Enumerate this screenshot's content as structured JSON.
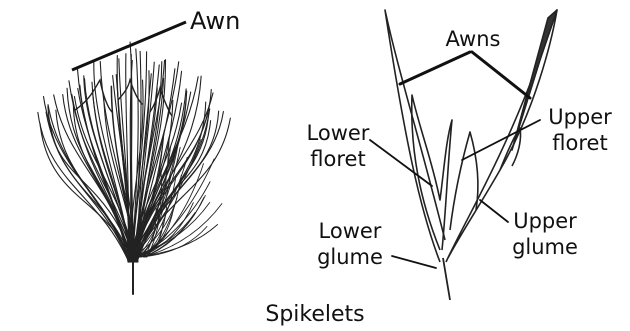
{
  "figure": {
    "caption": "Spikelets",
    "left_panel": {
      "awn_label": "Awn"
    },
    "right_panel": {
      "awns_label": "Awns",
      "lower_floret": [
        "Lower",
        "floret"
      ],
      "upper_floret": [
        "Upper",
        "floret"
      ],
      "lower_glume": [
        "Lower",
        "glume"
      ],
      "upper_glume": [
        "Upper",
        "glume"
      ]
    }
  },
  "colors": {
    "ink": "#111111",
    "background": "#ffffff"
  }
}
